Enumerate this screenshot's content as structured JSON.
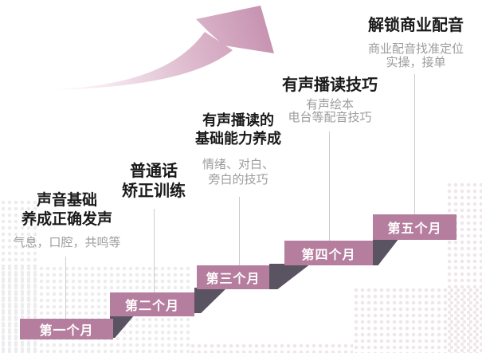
{
  "palette": {
    "bar_pink": "#b67e9e",
    "riser_dark_gray": "#5a5361",
    "title_text": "#1a1a1a",
    "desc_text": "#9c9c9c",
    "connector_line": "#cccccc",
    "dot_pattern": "#ecebed",
    "arrow_gradient_start": "#faf3f7",
    "arrow_gradient_end": "#c794b2",
    "bar_text": "#ffffff"
  },
  "icons": {
    "arrow": "growth-arrow"
  },
  "steps": [
    {
      "month_label": "第一个月",
      "title_lines": [
        "声音基础",
        "养成正确发声"
      ],
      "desc_lines": [
        "气息，口腔，共鸣等"
      ]
    },
    {
      "month_label": "第二个月",
      "title_lines": [
        "普通话",
        "矫正训练"
      ],
      "desc_lines": []
    },
    {
      "month_label": "第三个月",
      "title_lines": [
        "有声播读的",
        "基础能力养成"
      ],
      "desc_lines": [
        "情绪、对白、",
        "旁白的技巧"
      ]
    },
    {
      "month_label": "第四个月",
      "title_lines": [
        "有声播读技巧"
      ],
      "desc_lines": [
        "有声绘本",
        "电台等配音技巧"
      ]
    },
    {
      "month_label": "第五个月",
      "title_lines": [
        "解锁商业配音"
      ],
      "desc_lines": [
        "商业配音找准定位",
        "实操，接单"
      ]
    }
  ]
}
